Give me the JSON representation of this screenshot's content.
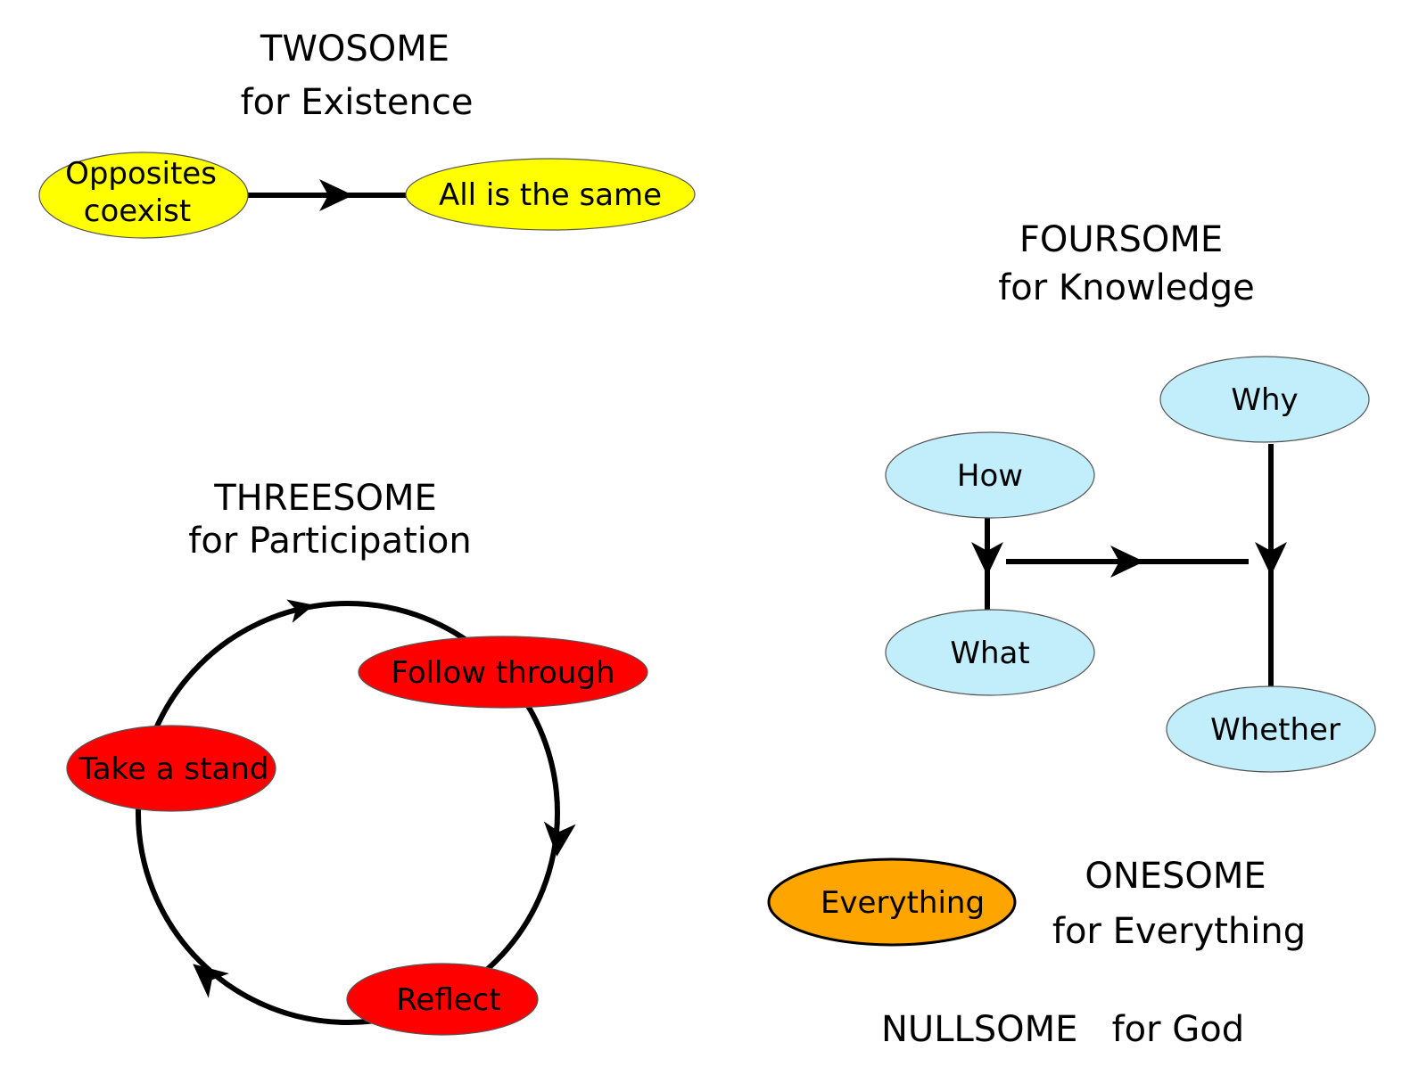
{
  "twosome": {
    "title": "TWOSOME",
    "subtitle": "for Existence",
    "node_a": [
      "Opposites",
      "coexist"
    ],
    "node_b": "All is the same",
    "color": "#ffff00"
  },
  "threesome": {
    "title": "THREESOME",
    "subtitle": "for Participation",
    "nodes": [
      "Follow through",
      "Take a stand",
      "Reflect"
    ],
    "color": "#ff0000"
  },
  "foursome": {
    "title": "FOURSOME",
    "subtitle": "for Knowledge",
    "nodes": [
      "Why",
      "How",
      "What",
      "Whether"
    ],
    "color": "#c2eefc"
  },
  "onesome": {
    "title": "ONESOME",
    "subtitle": "for Everything",
    "node": "Everything",
    "color": "#ffa500"
  },
  "nullsome": {
    "text": "NULLSOME   for God"
  }
}
